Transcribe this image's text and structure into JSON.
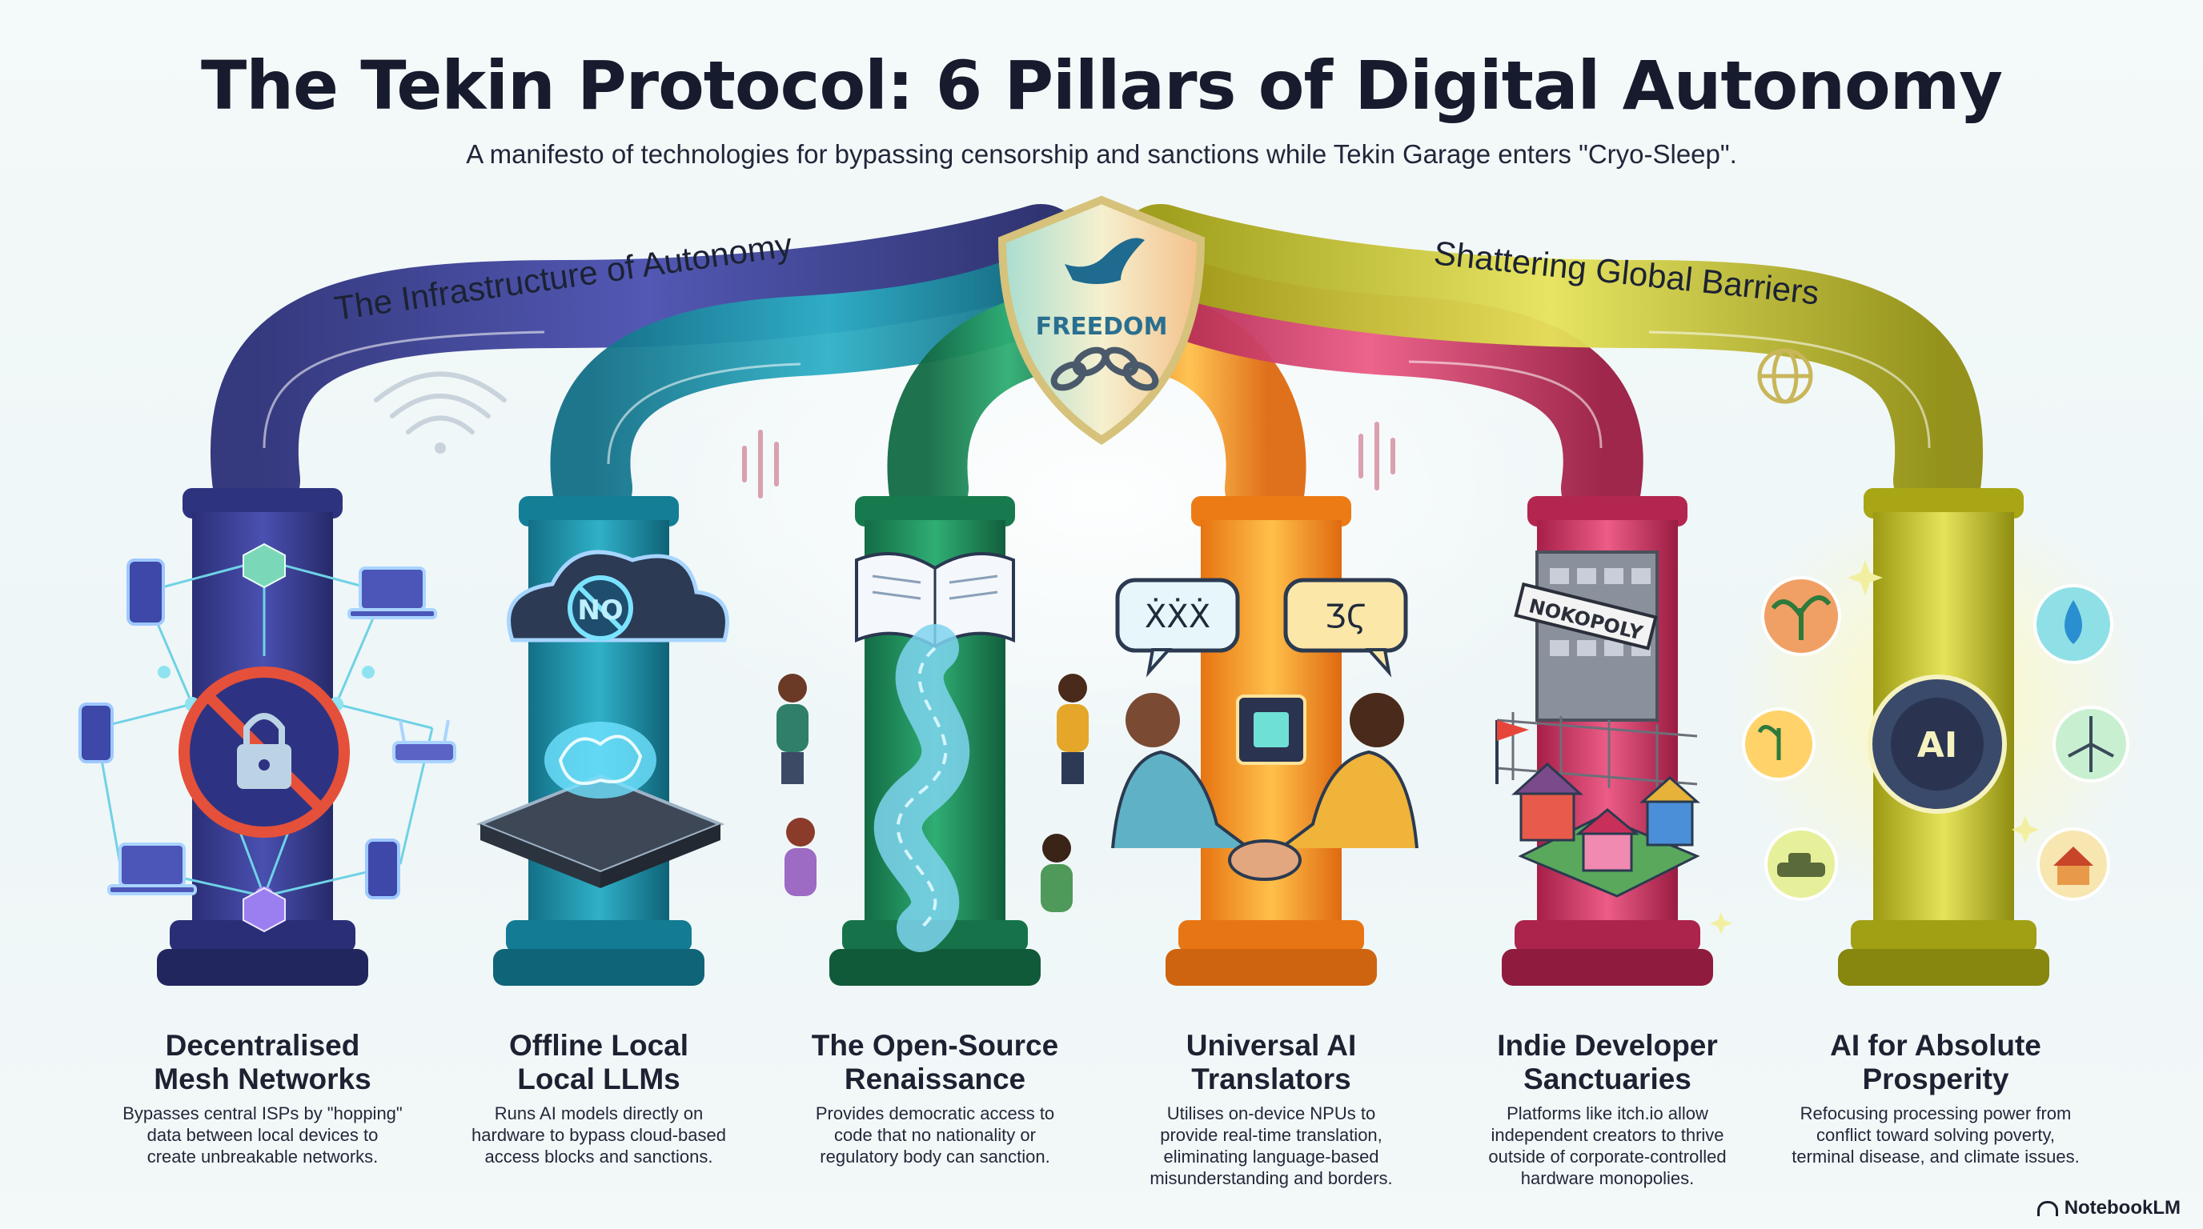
{
  "header": {
    "title": "The Tekin Protocol: 6 Pillars of Digital Autonomy",
    "subtitle": "A manifesto of technologies for bypassing censorship and sanctions while Tekin Garage enters \"Cryo-Sleep\"."
  },
  "arcs": {
    "left_label": "The Infrastructure of Autonomy",
    "right_label": "Shattering Global Barriers"
  },
  "shield": {
    "label": "FREEDOM",
    "icon": "dove-broken-chain-shield-icon"
  },
  "pillars": [
    {
      "title_line1": "Decentralised",
      "title_line2": "Mesh Networks",
      "desc_line1": "Bypasses central ISPs by \"hopping\"",
      "desc_line2": "data between local devices to",
      "desc_line3": "create unbreakable networks.",
      "color": "#3a3f8f",
      "icon": "mesh-network-icon"
    },
    {
      "title_line1": "Offline Local",
      "title_line2": "Local LLMs",
      "desc_line1": "Runs AI models directly on",
      "desc_line2": "hardware to bypass cloud-based",
      "desc_line3": "access blocks and sanctions.",
      "color": "#1e8fa8",
      "icon": "brain-chip-icon",
      "badge": "NO"
    },
    {
      "title_line1": "The Open-Source",
      "title_line2": "Renaissance",
      "desc_line1": "Provides democratic access to",
      "desc_line2": "code that no nationality or",
      "desc_line3": "regulatory body can sanction.",
      "color": "#1f8a5a",
      "icon": "open-book-icon"
    },
    {
      "title_line1": "Universal AI",
      "title_line2": "Translators",
      "desc_line1": "Utilises on-device NPUs to",
      "desc_line2": "provide real-time translation,",
      "desc_line3": "eliminating language-based",
      "desc_line4": "misunderstanding and borders.",
      "color": "#f08a1c",
      "icon": "handshake-icon",
      "bubble_left": "ẊẊẊ",
      "bubble_right": "ƷϚ"
    },
    {
      "title_line1": "Indie Developer",
      "title_line2": "Sanctuaries",
      "desc_line1": "Platforms like itch.io allow",
      "desc_line2": "independent creators to thrive",
      "desc_line3": "outside of corporate-controlled",
      "desc_line4": "hardware monopolies.",
      "color": "#c8305a",
      "icon": "indie-village-icon",
      "sign": "NOKOPOLY"
    },
    {
      "title_line1": "AI for Absolute",
      "title_line2": "Prosperity",
      "desc_line1": "Refocusing processing power from",
      "desc_line2": "conflict toward solving poverty,",
      "desc_line3": "terminal disease, and climate issues.",
      "color": "#b7b51f",
      "icon": "ai-gear-brain-icon",
      "badge": "AI"
    }
  ],
  "footer": {
    "brand": "NotebookLM"
  }
}
